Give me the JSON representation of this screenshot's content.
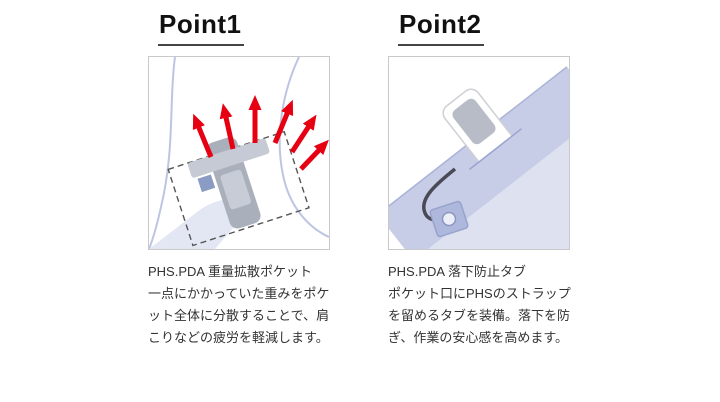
{
  "page": {
    "background": "#ffffff"
  },
  "colors": {
    "accent_red": "#e60012",
    "lavender_band": "#c7cde7",
    "lavender_light": "#e3e7f4",
    "panel_border": "#c9c9c9",
    "heading_text": "#111111",
    "body_text": "#333333"
  },
  "points": [
    {
      "heading": "Point1",
      "illustration": "weight-dispersion-pocket",
      "caption_lines": [
        "PHS.PDA 重量拡散ポケット",
        "一点にかかっていた重みをポケ",
        "ット全体に分散することで、肩",
        "こりなどの疲労を軽減します。"
      ]
    },
    {
      "heading": "Point2",
      "illustration": "fall-prevention-tab",
      "caption_lines": [
        "PHS.PDA 落下防止タブ",
        "ポケット口にPHSのストラップ",
        "を留めるタブを装備。落下を防",
        "ぎ、作業の安心感を高めます。"
      ]
    }
  ]
}
